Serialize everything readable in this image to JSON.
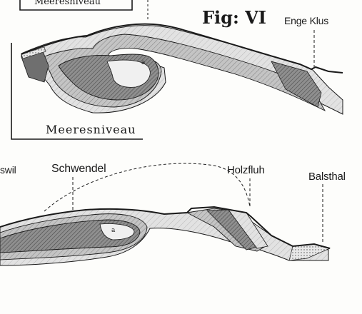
{
  "figure": {
    "title": "Fig: VI",
    "labels": {
      "top_cut_label": "Meeresniveau",
      "engeklus": "Enge Klus",
      "upper_sea_level": "Meeresniveau",
      "left_cut": "swil",
      "schwendel": "Schwendel",
      "holzfluh": "Holzfluh",
      "balsthal": "Balsthal",
      "marker_upper": "a",
      "marker_lower": "a"
    }
  },
  "colors": {
    "ink": "#1a1a1a",
    "paper": "#fdfdfb",
    "dark_strata": "#8a8a8a",
    "medium_strata": "#b8b8b8",
    "light_strata": "#dcdcdc"
  }
}
